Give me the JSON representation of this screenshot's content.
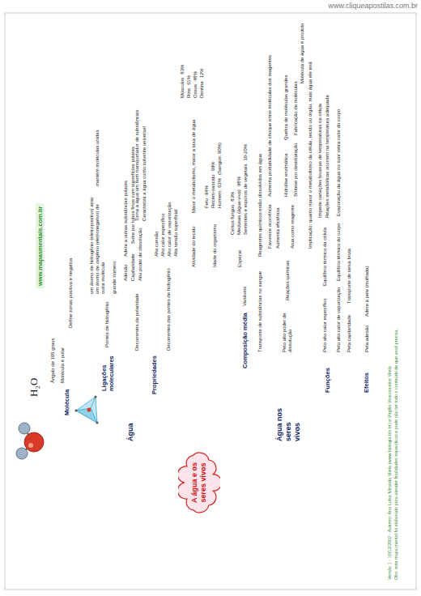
{
  "diagram": {
    "nodes": [
      {
        "text": [
          "A água e os seres vivos"
        ]
      },
      {
        "text": [
          "Água"
        ]
      },
      {
        "text": [
          "Molécula"
        ]
      },
      {
        "text": [
          "Ângulo de 105 graus"
        ]
      },
      {
        "text": [
          "Molécula é polar"
        ]
      },
      {
        "text": [
          "Define zonas positiva e negativa"
        ]
      },
      {
        "text": [
          "Ligações moleculares"
        ]
      },
      {
        "text": [
          "Pontes de hidrogênio"
        ]
      },
      {
        "text": [
          "um átomo de hidrogênio (eletropositivo) atrai um átomo de oxigênio (eletronegativo) de outra molécula"
        ]
      },
      {
        "text": [
          "mantém moléculas unidas"
        ]
      },
      {
        "text": [
          "grande número"
        ]
      },
      {
        "text": [
          "Propriedades"
        ]
      },
      {
        "text": [
          "Decorrentes da polaridade"
        ]
      },
      {
        "text": [
          "Adesão"
        ]
      },
      {
        "text": [
          "Adere a outras substâncias polares"
        ]
      },
      {
        "text": [
          "Capilaridade"
        ]
      },
      {
        "text": [
          "Sobe por tubos finos com superfícies polares"
        ]
      },
      {
        "text": [
          "Alto poder de dissolução"
        ]
      },
      {
        "text": [
          "Torna a água um bom transportador de substâncias"
        ]
      },
      {
        "text": [
          "Caracteriza a água como solvente universal"
        ]
      },
      {
        "text": [
          "Decorrentes das pontes de hidrogênio"
        ]
      },
      {
        "text": [
          "Alta coesão"
        ]
      },
      {
        "text": [
          "Alto calor específico"
        ]
      },
      {
        "text": [
          "Alto calor de vaporização"
        ]
      },
      {
        "text": [
          "Alta tensão superficial"
        ]
      },
      {
        "text": [
          "Água nos seres vivos"
        ]
      },
      {
        "text": [
          "Composição média"
        ]
      },
      {
        "text": [
          "Variáveis"
        ]
      },
      {
        "text": [
          "Atividade do tecido"
        ]
      },
      {
        "text": [
          "Maior o metabolismo, maior a taxa de água"
        ]
      },
      {
        "text": [
          "Músculos",
          "83%"
        ]
      },
      {
        "text": [
          "Rins",
          "61%"
        ]
      },
      {
        "text": [
          "Ossos",
          "48%"
        ]
      },
      {
        "text": [
          "Dentina",
          "12%"
        ]
      },
      {
        "text": [
          "Idade do organismo"
        ]
      },
      {
        "text": [
          "Feto",
          "94%"
        ]
      },
      {
        "text": [
          "Recém-nascido",
          "69%"
        ]
      },
      {
        "text": [
          "Homem",
          "63%",
          "(Sangue: 90%)"
        ]
      },
      {
        "text": [
          "Espécie"
        ]
      },
      {
        "text": [
          "Certos fungos",
          "83%"
        ]
      },
      {
        "text": [
          "Medusas (água-viva)",
          "98%"
        ]
      },
      {
        "text": [
          "Sementes e esporos de vegetais",
          "10-20%"
        ]
      },
      {
        "text": [
          "Funções"
        ]
      },
      {
        "text": [
          "Transporte de substâncias no sangue"
        ]
      },
      {
        "text": [
          "Reagentes químicos estão dissolvidos em água"
        ]
      },
      {
        "text": [
          "Pelo alto poder de dissolução"
        ]
      },
      {
        "text": [
          "Reações químicas"
        ]
      },
      {
        "text": [
          "Favorece ocorrência"
        ]
      },
      {
        "text": [
          "Aumenta probabilidade de choque entre moléculas dos reagentes"
        ]
      },
      {
        "text": [
          "Aumenta eficiência"
        ]
      },
      {
        "text": [
          "Atua como reagente"
        ]
      },
      {
        "text": [
          "Hidrólise enzimática"
        ]
      },
      {
        "text": [
          "Quebra de moléculas grandes"
        ]
      },
      {
        "text": [
          "Síntese por desidratação"
        ]
      },
      {
        "text": [
          "Fabricação de moléculas"
        ]
      },
      {
        "text": [
          "Molécula de água é produto"
        ]
      },
      {
        "text": [
          "Implicação: quanto maior o metabolismo da célula, tecido ou órgão, mais água ele terá"
        ]
      },
      {
        "text": [
          "Pelo alto calor específico"
        ]
      },
      {
        "text": [
          "Equilíbrio térmico da célula"
        ]
      },
      {
        "text": [
          "Impede variações bruscas de temperaturas na célula"
        ]
      },
      {
        "text": [
          "Reações metabólicas ocorrem na temperatura adequada"
        ]
      },
      {
        "text": [
          "Pelo alto calor de vaporização"
        ]
      },
      {
        "text": [
          "Equilíbrio térmico do corpo"
        ]
      },
      {
        "text": [
          "Evaporação da água no suor retira calor do corpo"
        ]
      },
      {
        "text": [
          "Pela capilaridade"
        ]
      },
      {
        "text": [
          "Transporte de seiva bruta"
        ]
      },
      {
        "text": [
          "Efeitos"
        ]
      },
      {
        "text": [
          "Pela adesão"
        ]
      },
      {
        "text": [
          "Adere à pele (molhada)"
        ]
      }
    ],
    "edges": [
      {
        "from": 0,
        "to": 1,
        "arrow": "none"
      },
      {
        "from": 1,
        "to": 2,
        "arrow": "none"
      },
      {
        "from": 2,
        "to": 3,
        "arrow": "none"
      },
      {
        "from": 2,
        "to": 4,
        "arrow": "none"
      },
      {
        "from": 4,
        "to": 5,
        "arrow": "none"
      },
      {
        "from": 1,
        "to": 6,
        "arrow": "none"
      },
      {
        "from": 6,
        "to": 7,
        "arrow": "none"
      },
      {
        "from": 7,
        "to": 8,
        "arrow": "none"
      },
      {
        "from": 8,
        "to": 9,
        "arrow": "none"
      },
      {
        "from": 7,
        "to": 10,
        "arrow": "none"
      },
      {
        "from": 1,
        "to": 11,
        "arrow": "none"
      },
      {
        "from": 11,
        "to": 12,
        "arrow": "none"
      },
      {
        "from": 12,
        "to": 13,
        "arrow": "none"
      },
      {
        "from": 13,
        "to": 14,
        "arrow": "none"
      },
      {
        "from": 12,
        "to": 15,
        "arrow": "none"
      },
      {
        "from": 15,
        "to": 16,
        "arrow": "none"
      },
      {
        "from": 12,
        "to": 17,
        "arrow": "none"
      },
      {
        "from": 17,
        "to": 18,
        "arrow": "none"
      },
      {
        "from": 18,
        "to": 19,
        "arrow": "none"
      },
      {
        "from": 11,
        "to": 20,
        "arrow": "none"
      },
      {
        "from": 20,
        "to": 21,
        "arrow": "none"
      },
      {
        "from": 20,
        "to": 22,
        "arrow": "none"
      },
      {
        "from": 20,
        "to": 23,
        "arrow": "none"
      },
      {
        "from": 20,
        "to": 24,
        "arrow": "none"
      },
      {
        "from": 0,
        "to": 25,
        "arrow": "none"
      },
      {
        "from": 25,
        "to": 26,
        "arrow": "none"
      },
      {
        "from": 26,
        "to": 27,
        "arrow": "none"
      },
      {
        "from": 27,
        "to": 28,
        "arrow": "none"
      },
      {
        "from": 28,
        "to": 29,
        "arrow": "none"
      },
      {
        "from": 29,
        "to": 30,
        "arrow": "none"
      },
      {
        "from": 29,
        "to": 31,
        "arrow": "none"
      },
      {
        "from": 29,
        "to": 32,
        "arrow": "none"
      },
      {
        "from": 29,
        "to": 33,
        "arrow": "none"
      },
      {
        "from": 27,
        "to": 34,
        "arrow": "none"
      },
      {
        "from": 34,
        "to": 35,
        "arrow": "none"
      },
      {
        "from": 34,
        "to": 36,
        "arrow": "none"
      },
      {
        "from": 34,
        "to": 37,
        "arrow": "none"
      },
      {
        "from": 27,
        "to": 38,
        "arrow": "none"
      },
      {
        "from": 38,
        "to": 39,
        "arrow": "none"
      },
      {
        "from": 38,
        "to": 40,
        "arrow": "none"
      },
      {
        "from": 38,
        "to": 41,
        "arrow": "none"
      },
      {
        "from": 25,
        "to": 42,
        "arrow": "none"
      },
      {
        "from": 42,
        "to": 43,
        "arrow": "none"
      },
      {
        "from": 43,
        "to": 44,
        "arrow": "none"
      },
      {
        "from": 42,
        "to": 45,
        "arrow": "none"
      },
      {
        "from": 45,
        "to": 46,
        "arrow": "none"
      },
      {
        "from": 46,
        "to": 47,
        "arrow": "none"
      },
      {
        "from": 47,
        "to": 48,
        "arrow": "none"
      },
      {
        "from": 46,
        "to": 49,
        "arrow": "none"
      },
      {
        "from": 46,
        "to": 50,
        "arrow": "none"
      },
      {
        "from": 50,
        "to": 51,
        "arrow": "none"
      },
      {
        "from": 51,
        "to": 52,
        "arrow": "none"
      },
      {
        "from": 50,
        "to": 53,
        "arrow": "none"
      },
      {
        "from": 53,
        "to": 54,
        "arrow": "none"
      },
      {
        "from": 54,
        "to": 55,
        "arrow": "none"
      },
      {
        "from": 46,
        "to": 56,
        "arrow": "none"
      },
      {
        "from": 42,
        "to": 57,
        "arrow": "none"
      },
      {
        "from": 57,
        "to": 58,
        "arrow": "none"
      },
      {
        "from": 58,
        "to": 59,
        "arrow": "none"
      },
      {
        "from": 58,
        "to": 60,
        "arrow": "none"
      },
      {
        "from": 42,
        "to": 61,
        "arrow": "none"
      },
      {
        "from": 61,
        "to": 62,
        "arrow": "none"
      },
      {
        "from": 62,
        "to": 63,
        "arrow": "none"
      },
      {
        "from": 42,
        "to": 64,
        "arrow": "none"
      },
      {
        "from": 64,
        "to": 65,
        "arrow": "none"
      },
      {
        "from": 25,
        "to": 66,
        "arrow": "none"
      },
      {
        "from": 66,
        "to": 67,
        "arrow": "none"
      },
      {
        "from": 67,
        "to": 68,
        "arrow": "none"
      }
    ],
    "labels": [
      "www.cliqueapostilas.com.br",
      "www.mapasmentais.com.br",
      "H₂O",
      "Versão 1 - 10/12/2002 - Autores: Ana Luisa Miranda Vilela (www.biologia.bio.br) e Virgílio Vasconcelos Vilela",
      "Obs: este mapa mental foi elaborado para atender finalidades específicas e pode não ter todo o conteúdo de que você precisa."
    ]
  }
}
